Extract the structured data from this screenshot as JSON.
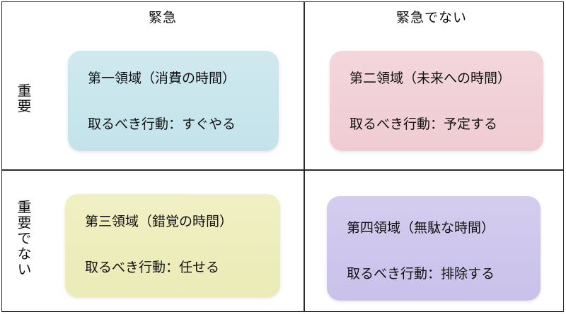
{
  "columns": {
    "urgent": "緊急",
    "not_urgent": "緊急でない"
  },
  "rows": {
    "important": "重要",
    "not_important": "重要でない"
  },
  "quadrants": [
    {
      "title": "第一領域（消費の時間）",
      "action": "取るべき行動：すぐやる",
      "color": "#c8e6ec"
    },
    {
      "title": "第二領域（未来への時間）",
      "action": "取るべき行動：予定する",
      "color": "#f1d1d7"
    },
    {
      "title": "第三領域（錯覚の時間）",
      "action": "取るべき行動：任せる",
      "color": "#eeeebd"
    },
    {
      "title": "第四領域（無駄な時間）",
      "action": "取るべき行動：排除する",
      "color": "#cec6ec"
    }
  ]
}
